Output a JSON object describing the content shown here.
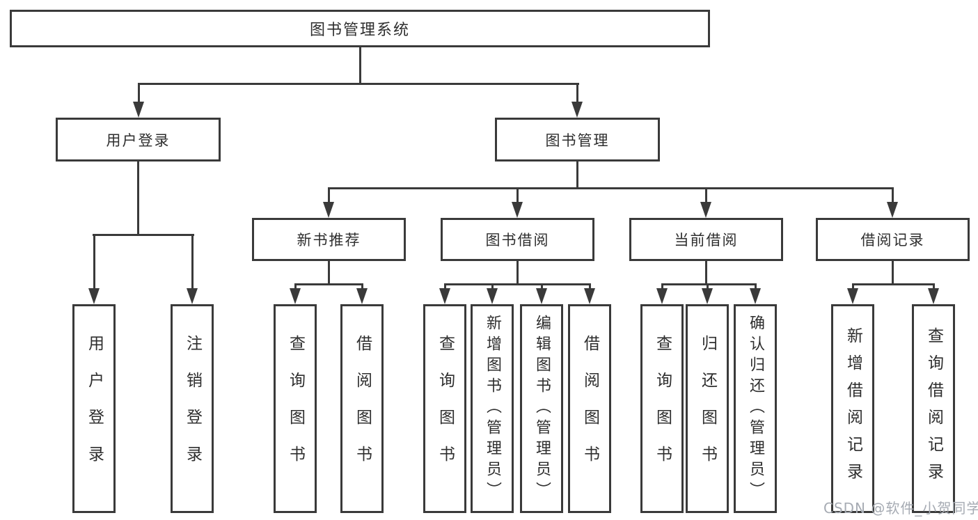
{
  "diagram": {
    "type": "hierarchy-tree",
    "nodes": {
      "root": "图书管理系统",
      "user_login": "用户登录",
      "book_mgmt": "图书管理",
      "new_book_rec": "新书推荐",
      "book_borrow": "图书借阅",
      "current_borrow": "当前借阅",
      "borrow_records": "借阅记录",
      "leaf_user_login": "用户登录",
      "leaf_logout": "注销登录",
      "leaf_query_book_rec": "查询图书",
      "leaf_borrow_book_rec": "借阅图书",
      "leaf_query_book_borrow": "查询图书",
      "leaf_add_book_admin": "新增图书（管理员）",
      "leaf_edit_book_admin": "编辑图书（管理员）",
      "leaf_borrow_book_borrow": "借阅图书",
      "leaf_query_book_current": "查询图书",
      "leaf_return_book": "归还图书",
      "leaf_confirm_return_admin": "确认归还（管理员）",
      "leaf_add_borrow_record": "新增借阅记录",
      "leaf_query_borrow_record": "查询借阅记录"
    },
    "edges": [
      [
        "root",
        "user_login"
      ],
      [
        "root",
        "book_mgmt"
      ],
      [
        "user_login",
        "leaf_user_login"
      ],
      [
        "user_login",
        "leaf_logout"
      ],
      [
        "book_mgmt",
        "new_book_rec"
      ],
      [
        "book_mgmt",
        "book_borrow"
      ],
      [
        "book_mgmt",
        "current_borrow"
      ],
      [
        "book_mgmt",
        "borrow_records"
      ],
      [
        "new_book_rec",
        "leaf_query_book_rec"
      ],
      [
        "new_book_rec",
        "leaf_borrow_book_rec"
      ],
      [
        "book_borrow",
        "leaf_query_book_borrow"
      ],
      [
        "book_borrow",
        "leaf_add_book_admin"
      ],
      [
        "book_borrow",
        "leaf_edit_book_admin"
      ],
      [
        "book_borrow",
        "leaf_borrow_book_borrow"
      ],
      [
        "current_borrow",
        "leaf_query_book_current"
      ],
      [
        "current_borrow",
        "leaf_return_book"
      ],
      [
        "current_borrow",
        "leaf_confirm_return_admin"
      ],
      [
        "borrow_records",
        "leaf_add_borrow_record"
      ],
      [
        "borrow_records",
        "leaf_query_borrow_record"
      ]
    ],
    "colors": {
      "line": "#3a3a3a",
      "text": "#2e2e2e",
      "background": "#ffffff",
      "watermark": "#a6abb3"
    }
  },
  "watermark": "CSDN @软件_小贺同学"
}
